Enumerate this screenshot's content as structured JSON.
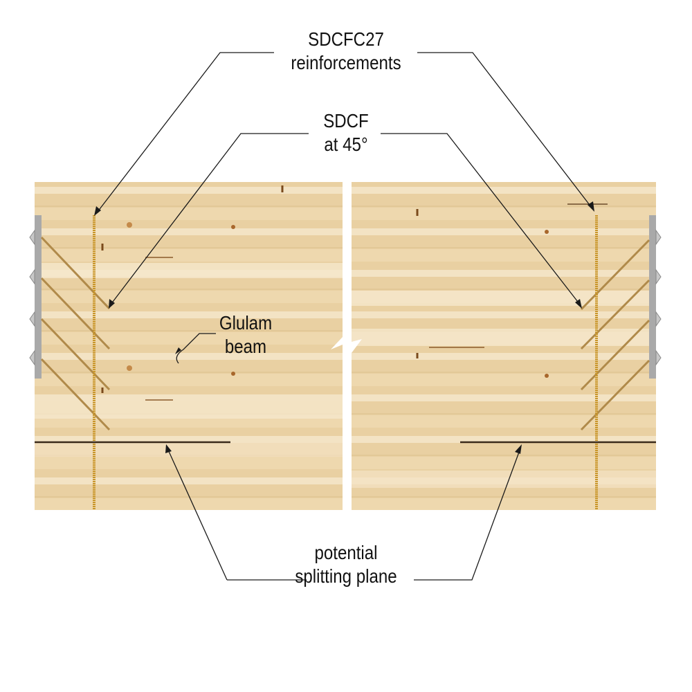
{
  "labels": {
    "reinforcements": {
      "line1": "SDCFC27",
      "line2": "reinforcements"
    },
    "angled_screws": {
      "line1": "SDCF",
      "line2": "at 45°"
    },
    "beam": {
      "line1": "Glulam",
      "line2": "beam"
    },
    "splitting": {
      "line1": "potential",
      "line2": "splitting plane"
    }
  },
  "colors": {
    "wood": "#e9d0a2",
    "wood_light": "#f2e2c2",
    "wood_dark": "#dcbf8c",
    "screw_gold": "#c9962a",
    "screw_tan": "#b08a4a",
    "hanger": "#a9a9a9",
    "leader": "#1a1a1a"
  }
}
